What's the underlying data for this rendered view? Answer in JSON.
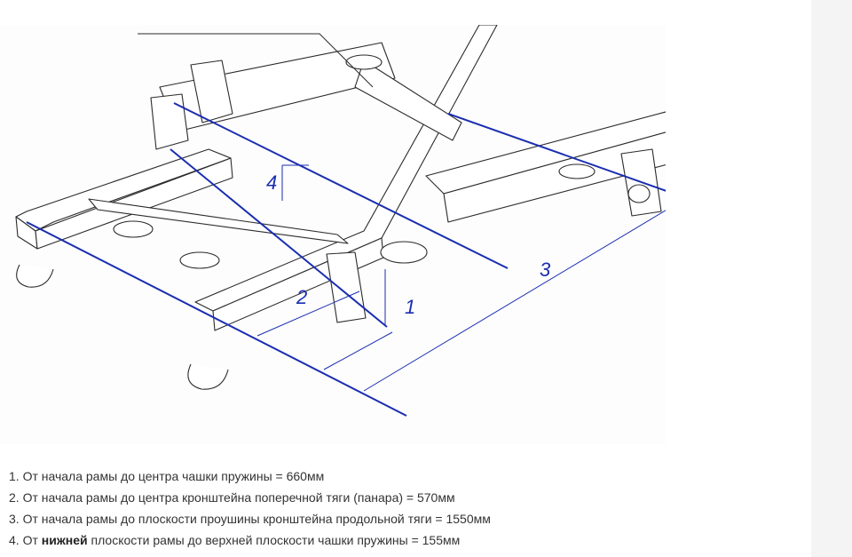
{
  "diagram": {
    "callouts": [
      "1",
      "2",
      "3",
      "4"
    ],
    "line_color": "#1a2db0",
    "drawing_color": "#2b2b2b"
  },
  "notes": [
    {
      "text": "1. От начала рамы до центра чашки пружины = 660мм"
    },
    {
      "text": "2. От начала рамы до центра кронштейна поперечной тяги (панара) = 570мм"
    },
    {
      "text": "3. От начала рамы до плоскости проушины кронштейна продольной тяги = 1550мм"
    },
    {
      "prefix": "4. От ",
      "bold": "нижней",
      "suffix": " плоскости рамы до верхней плоскости чашки пружины = 155мм"
    }
  ]
}
